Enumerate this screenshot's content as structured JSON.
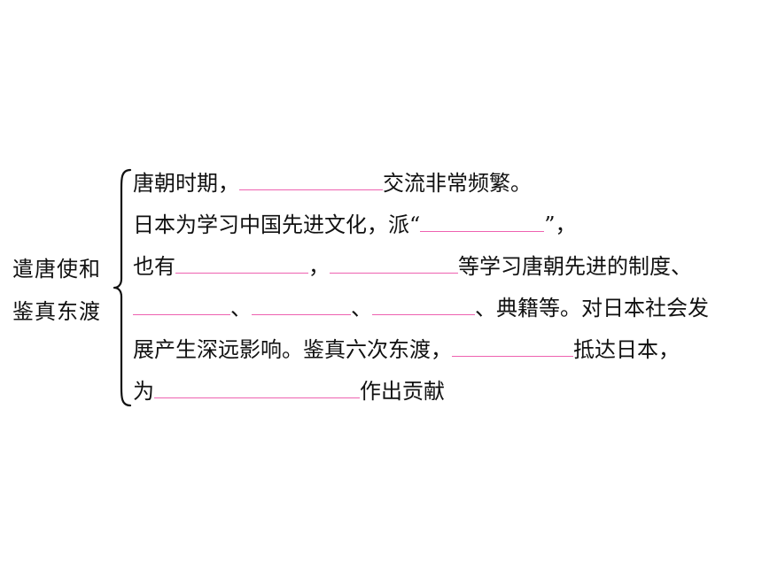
{
  "left_label": {
    "line1": "遣唐使和",
    "line2": "鉴真东渡"
  },
  "content": {
    "l1_a": "唐朝时期，",
    "l1_b": "交流非常频繁。",
    "l2_a": "日本为学习中国先进文化，派“",
    "l2_b": "”，",
    "l3_a": "也有",
    "l3_b": "，",
    "l3_c": "等学习唐朝先进的制度、",
    "l4_a": "、",
    "l4_b": "、",
    "l4_c": "、典籍等。对日本社会发",
    "l5_a": "展产生深远影响。鉴真六次东渡，",
    "l5_b": "抵达日本，",
    "l6_a": "为",
    "l6_b": "作出贡献"
  },
  "colors": {
    "blank_underline": "#ee62b0",
    "text": "#111111",
    "background": "#ffffff"
  }
}
